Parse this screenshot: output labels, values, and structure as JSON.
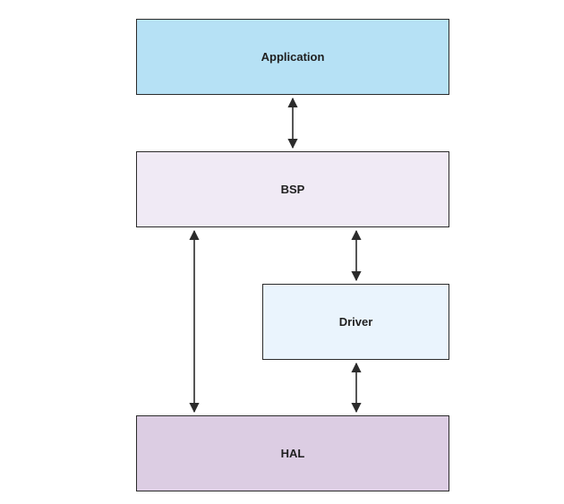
{
  "blocks": {
    "application": {
      "label": "Application",
      "fill": "#b6e1f5"
    },
    "bsp": {
      "label": "BSP",
      "fill": "#f0eaf5"
    },
    "driver": {
      "label": "Driver",
      "fill": "#eaf4fd"
    },
    "hal": {
      "label": "HAL",
      "fill": "#dccde3"
    }
  },
  "connections": [
    {
      "from": "Application",
      "to": "BSP",
      "direction": "bidirectional"
    },
    {
      "from": "BSP",
      "to": "HAL",
      "direction": "bidirectional"
    },
    {
      "from": "BSP",
      "to": "Driver",
      "direction": "bidirectional"
    },
    {
      "from": "Driver",
      "to": "HAL",
      "direction": "bidirectional"
    }
  ],
  "colors": {
    "stroke": "#2b2b2b",
    "text": "#1f1f1f"
  }
}
